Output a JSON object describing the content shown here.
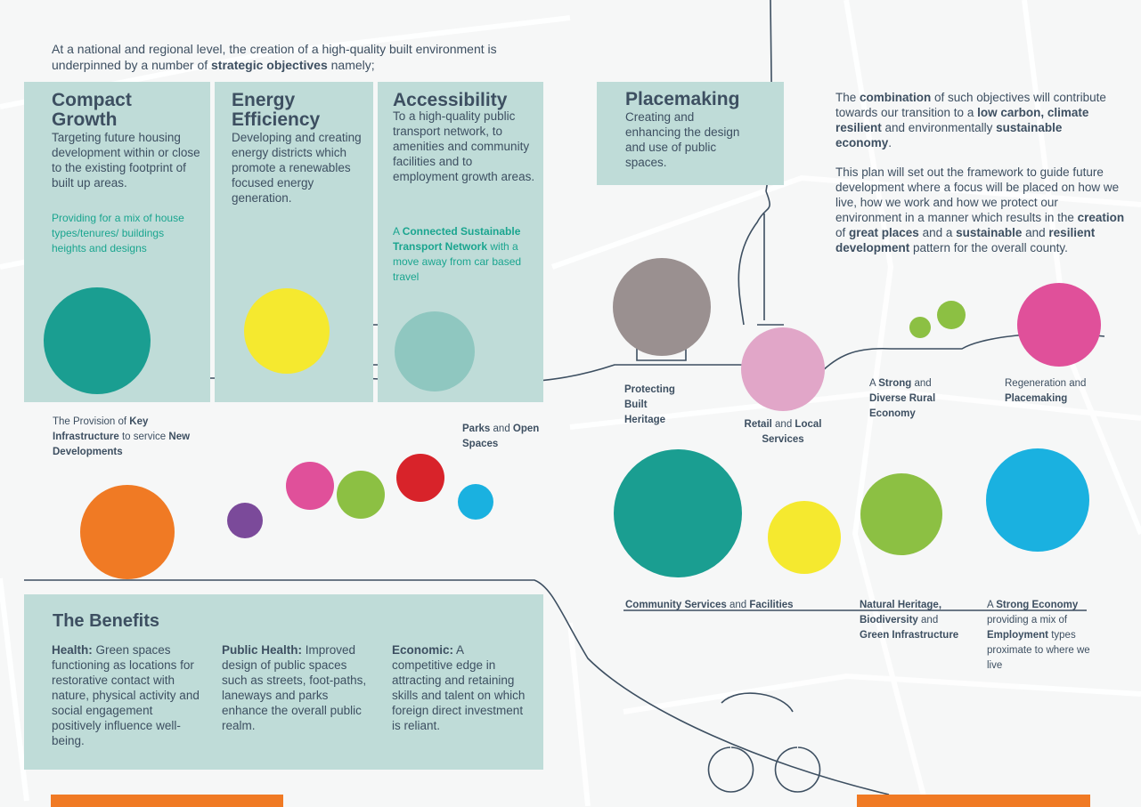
{
  "intro": [
    "At a national and regional level, the creation of a high-quality built environment is underpinned by a number of ",
    "strategic objectives",
    " namely;"
  ],
  "objectives": [
    {
      "title": "Compact Growth",
      "text": "Targeting future housing development within or close to the existing footprint of built up areas.",
      "note": "Providing for a mix of house types/tenures/ buildings heights and designs"
    },
    {
      "title": "Energy Efficiency",
      "text": "Developing and creating energy districts which promote a renewables focused energy generation."
    },
    {
      "title": "Accessibility",
      "text": "To a high-quality public transport network, to amenities and community facilities and to employment growth areas.",
      "note": [
        "A ",
        "Connected Sustainable Transport Network",
        " with a move away from car based travel"
      ]
    },
    {
      "title": "Placemaking",
      "text": "Creating and enhancing the design and use of public spaces."
    }
  ],
  "summary": {
    "p1": [
      "The ",
      "combination",
      " of such objectives will contribute towards our transition to a ",
      "low carbon, climate resilient",
      " and environmentally ",
      "sustainable economy",
      "."
    ],
    "p2": [
      "This plan will set out the framework to guide future development where a focus will be placed on how we live, how we work and how we protect our environment in a manner which results in the ",
      "creation",
      " of ",
      "great places",
      " and a ",
      "sustainable",
      " and ",
      "resilient development",
      " pattern for the overall county."
    ]
  },
  "labels": {
    "heritage": "Protecting Built Heritage",
    "retail": [
      "Retail",
      " and ",
      "Local Services"
    ],
    "rural": [
      "A ",
      "Strong",
      " and ",
      "Diverse Rural Economy"
    ],
    "regen": [
      "Regeneration and ",
      "Placemaking"
    ],
    "infra": [
      "The Provision of ",
      "Key Infrastructure",
      " to service ",
      "New Developments"
    ],
    "parks": [
      "Parks",
      " and ",
      "Open Spaces"
    ],
    "community": [
      "Community Services",
      " and ",
      "Facilities"
    ],
    "natural": [
      "Natural Heritage, Biodiversity",
      " and ",
      "Green Infrastructure"
    ],
    "economy": [
      "A ",
      "Strong Economy",
      " providing a mix of ",
      "Employment",
      " types proximate to where we live"
    ]
  },
  "benefits": {
    "title": "The Benefits",
    "items": [
      {
        "label": "Health:",
        "text": " Green spaces functioning as locations for restorative contact with nature, physical activity and social engagement positively influence well-being."
      },
      {
        "label": "Public Health:",
        "text": " Improved design of public spaces such as streets, foot-paths, laneways and parks enhance the overall public realm."
      },
      {
        "label": "Economic:",
        "text": " A competitive edge in attracting and retaining skills and talent on which foreign direct investment is reliant."
      }
    ]
  },
  "colors": {
    "panel": "#bfdcd8",
    "teal": "#1a9e91",
    "yellow": "#f5e92f",
    "orange": "#f07a24",
    "pink": "#e0509a",
    "green": "#8cc043",
    "red": "#d8232a",
    "blue": "#1ab1e0",
    "purple": "#7b4a9a",
    "grey": "#9a9090",
    "lightpink": "#e1a6c8"
  }
}
